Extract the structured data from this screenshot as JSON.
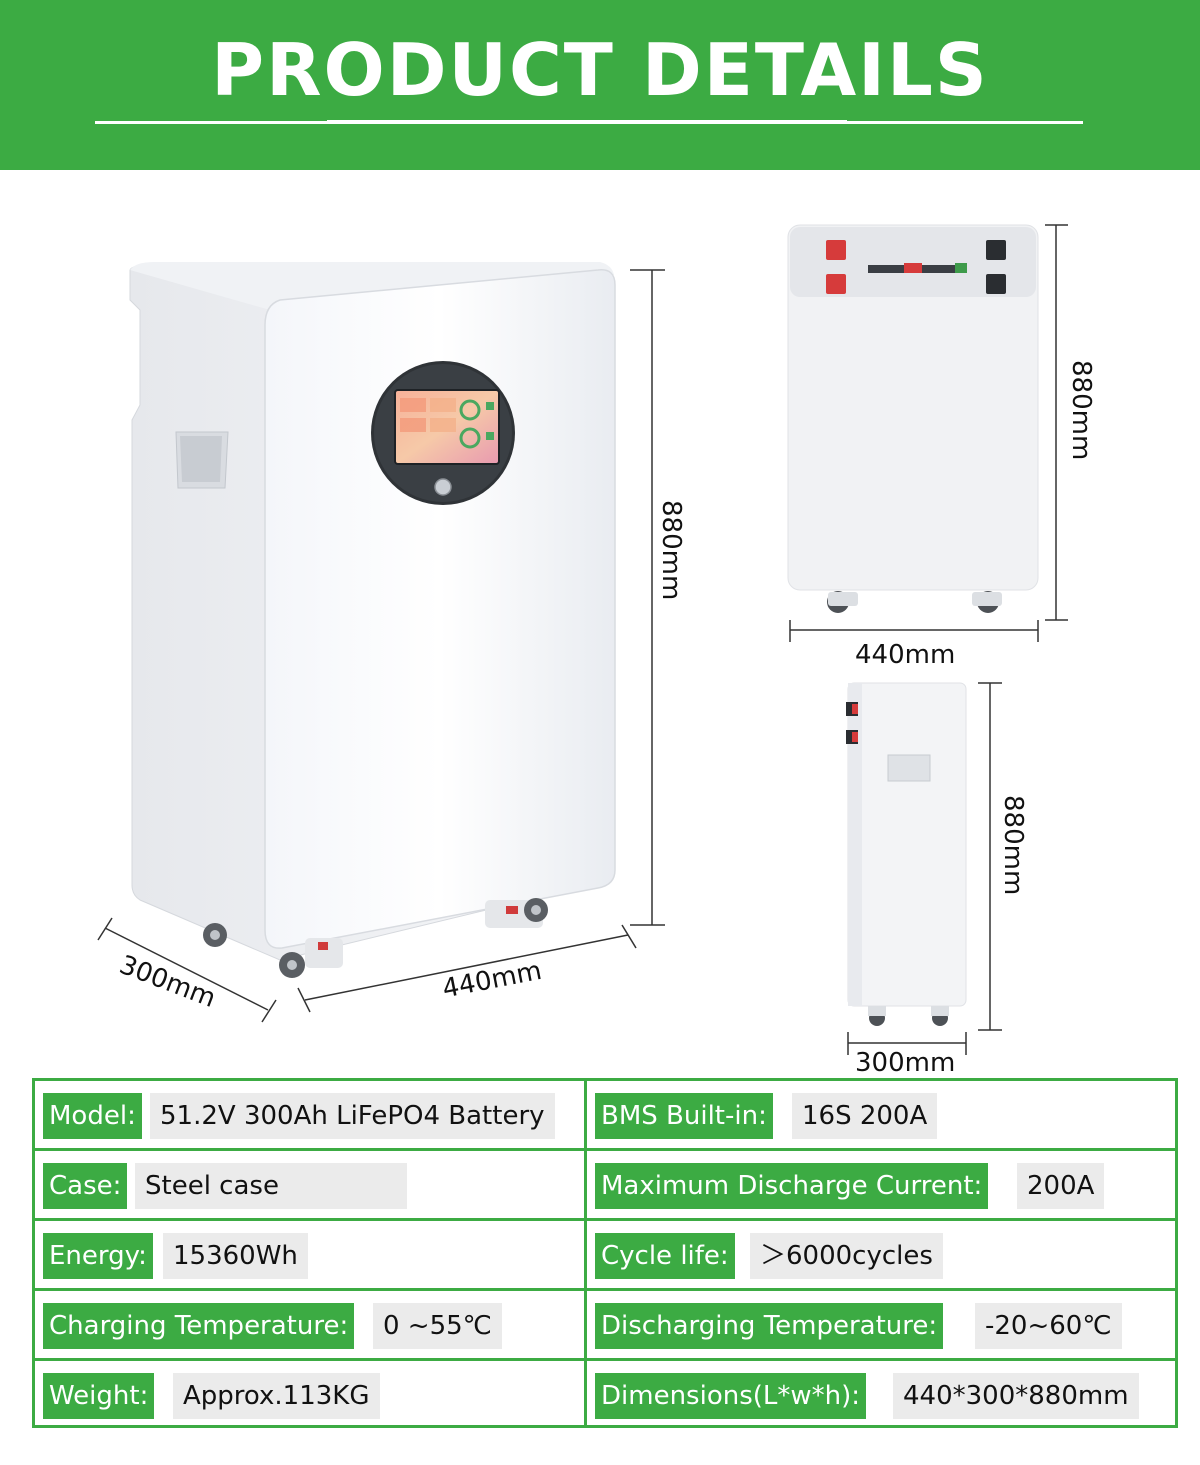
{
  "header": {
    "title": "PRODUCT DETAILS"
  },
  "dimensions": {
    "main_height": "880mm",
    "main_width": "440mm",
    "main_depth": "300mm",
    "front_height": "880mm",
    "front_width": "440mm",
    "side_height": "880mm",
    "side_depth": "300mm"
  },
  "specs": {
    "left": [
      {
        "label": "Model:",
        "value": "51.2V 300Ah LiFePO4 Battery"
      },
      {
        "label": "Case:",
        "value": "Steel case"
      },
      {
        "label": "Energy:",
        "value": "15360Wh"
      },
      {
        "label": "Charging Temperature:",
        "value": "0 ~55℃"
      },
      {
        "label": "Weight:",
        "value": "Approx.113KG"
      }
    ],
    "right": [
      {
        "label": "BMS Built-in:",
        "value": "16S 200A"
      },
      {
        "label": "Maximum Discharge Current:",
        "value": "200A"
      },
      {
        "label": "Cycle life:",
        "value": "＞6000cycles"
      },
      {
        "label": "Discharging Temperature:",
        "value": "-20~60℃"
      },
      {
        "label": "Dimensions(L*w*h):",
        "value": "440*300*880mm"
      }
    ]
  },
  "colors": {
    "brand_green": "#3cab43",
    "value_bg": "#ebebeb"
  }
}
